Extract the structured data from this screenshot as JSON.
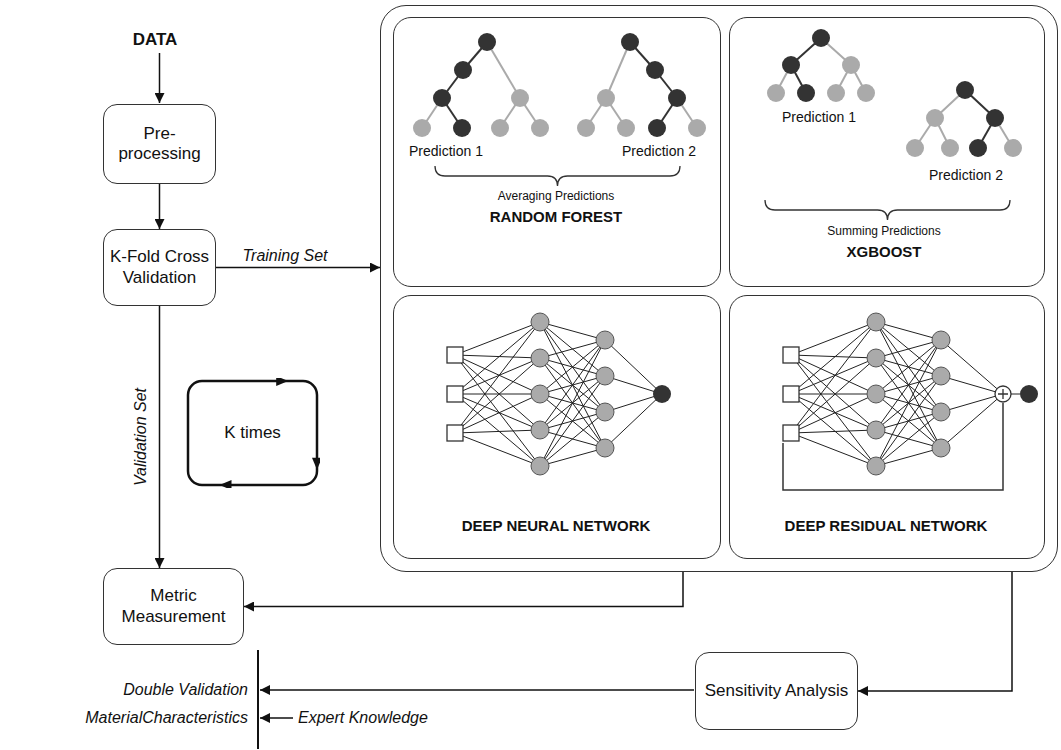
{
  "diagram": {
    "nodes": [
      {
        "text": [
          "Pre-processing"
        ]
      },
      {
        "text": [
          "K-Fold Cross Validation"
        ]
      },
      {
        "text": []
      },
      {
        "text": [
          "Prediction 1",
          "Prediction 2",
          "Averaging Predictions",
          "RANDOM FOREST"
        ],
        "in": 2
      },
      {
        "text": [
          "Prediction 1",
          "Prediction 2",
          "Summing Predictions",
          "XGBOOST"
        ],
        "in": 2
      },
      {
        "text": [
          "DEEP NEURAL NETWORK"
        ],
        "in": 2
      },
      {
        "text": [
          "DEEP RESIDUAL NETWORK"
        ],
        "in": 2
      },
      {
        "text": [
          "K times"
        ]
      },
      {
        "text": [
          "Metric Measurement"
        ]
      },
      {
        "text": [
          "Sensitivity Analysis"
        ]
      }
    ],
    "edges": [
      {
        "from": 0,
        "to": 1,
        "arrow": "to"
      },
      {
        "from": 1,
        "to": 2,
        "label": "Training Set",
        "arrow": "to"
      },
      {
        "from": 1,
        "to": 8,
        "label": "Validation Set",
        "arrow": "to"
      },
      {
        "from": 2,
        "to": 8,
        "arrow": "to"
      },
      {
        "from": 2,
        "to": 9,
        "arrow": "to"
      }
    ],
    "labels": [
      "DATA",
      "Double Validation",
      "MaterialCharacteristics",
      "Expert Knowledge"
    ]
  }
}
